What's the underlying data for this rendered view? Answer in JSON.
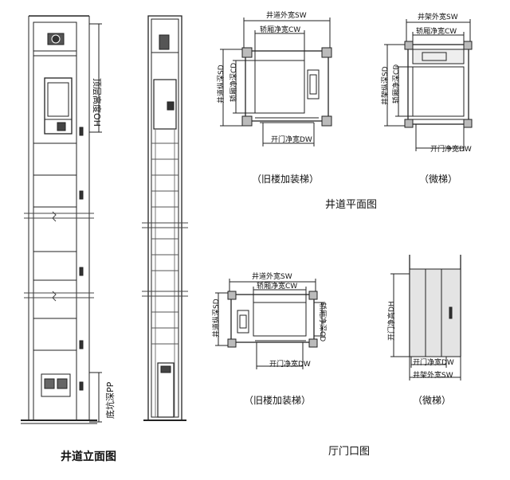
{
  "elevation": {
    "title": "井道立面图",
    "overhead_label": "顶层高度OH",
    "pit_label": "底坑深PP"
  },
  "plan": {
    "title": "井道平面图",
    "old_building": {
      "caption": "（旧楼加装梯）",
      "sw": "井道外宽SW",
      "cw": "轿厢净宽CW",
      "sd": "井道纵深SD",
      "cd": "轿厢净深CD",
      "dw": "开门净宽DW"
    },
    "micro": {
      "caption": "（微梯）",
      "sw": "井架外宽SW",
      "cw": "轿厢净宽CW",
      "sd": "井架纵深SD",
      "cd": "轿厢净深CD",
      "dw": "开门净宽DW"
    }
  },
  "door": {
    "title": "厅门口图",
    "old_building": {
      "caption": "（旧楼加装梯）",
      "sw": "井道外宽SW",
      "cw": "轿厢净宽CW",
      "sd": "井道纵深SD",
      "cd": "轿厢净深CD",
      "dw": "开门净宽DW"
    },
    "micro": {
      "caption": "（微梯）",
      "h": "开门净高DH",
      "dw": "开门净宽DW",
      "sw": "井架外宽SW"
    }
  },
  "colors": {
    "line": "#222222",
    "frame": "#d8d8d8"
  }
}
